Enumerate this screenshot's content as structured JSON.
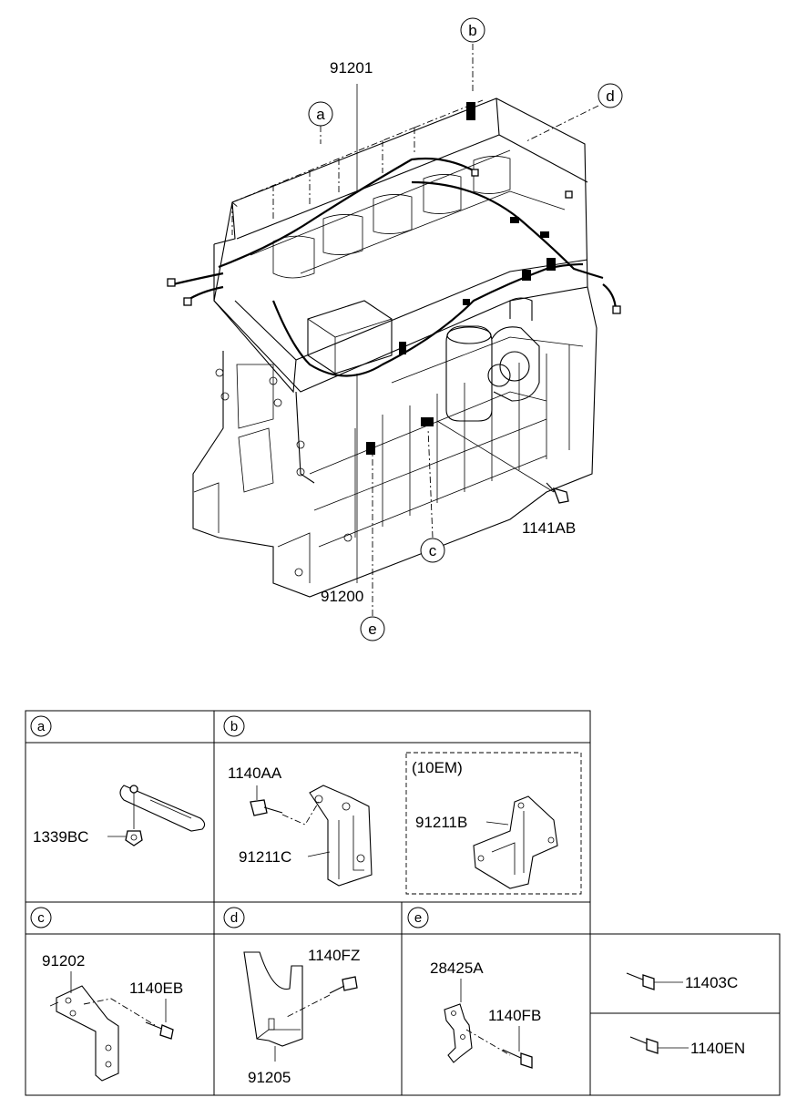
{
  "engine_view": {
    "callouts": {
      "a": "a",
      "b": "b",
      "c": "c",
      "d": "d",
      "e": "e"
    },
    "part_numbers": {
      "harness_top": "91201",
      "harness_bottom": "91200",
      "bolt_right": "1141AB"
    }
  },
  "detail_table": {
    "panel_a": {
      "header": "a",
      "parts": [
        "1339BC"
      ]
    },
    "panel_b": {
      "header": "b",
      "parts": [
        "1140AA",
        "91211C"
      ],
      "variant_label": "(10EM)",
      "variant_part": "91211B"
    },
    "panel_c": {
      "header": "c",
      "parts": [
        "91202",
        "1140EB"
      ]
    },
    "panel_d": {
      "header": "d",
      "parts": [
        "1140FZ",
        "91205"
      ]
    },
    "panel_e": {
      "header": "e",
      "parts": [
        "28425A",
        "1140FB"
      ]
    },
    "extra_bolts": [
      "11403C",
      "1140EN"
    ]
  }
}
